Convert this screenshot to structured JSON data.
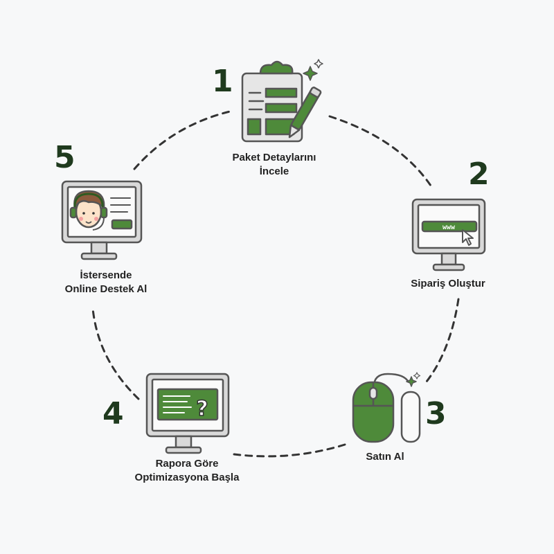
{
  "steps": [
    {
      "number": "1",
      "label": "Paket Detaylarını\nİncele",
      "icon": "checklist-clipboard-icon"
    },
    {
      "number": "2",
      "label": "Sipariş Oluştur",
      "icon": "www-monitor-icon"
    },
    {
      "number": "3",
      "label": "Satın Al",
      "icon": "mouse-icon"
    },
    {
      "number": "4",
      "label": "Rapora Göre\nOptimizasyona Başla",
      "icon": "report-monitor-icon"
    },
    {
      "number": "5",
      "label": "İstersende\nOnline Destek Al",
      "icon": "support-agent-monitor-icon"
    }
  ],
  "screen_text": "www",
  "report_text": "?",
  "colors": {
    "accent": "#4e8a3a",
    "accent_dark": "#2f5a22",
    "outline": "#555555",
    "monitor": "#d9d9d9",
    "number": "#1f3a1e",
    "background": "#f7f8f9"
  }
}
